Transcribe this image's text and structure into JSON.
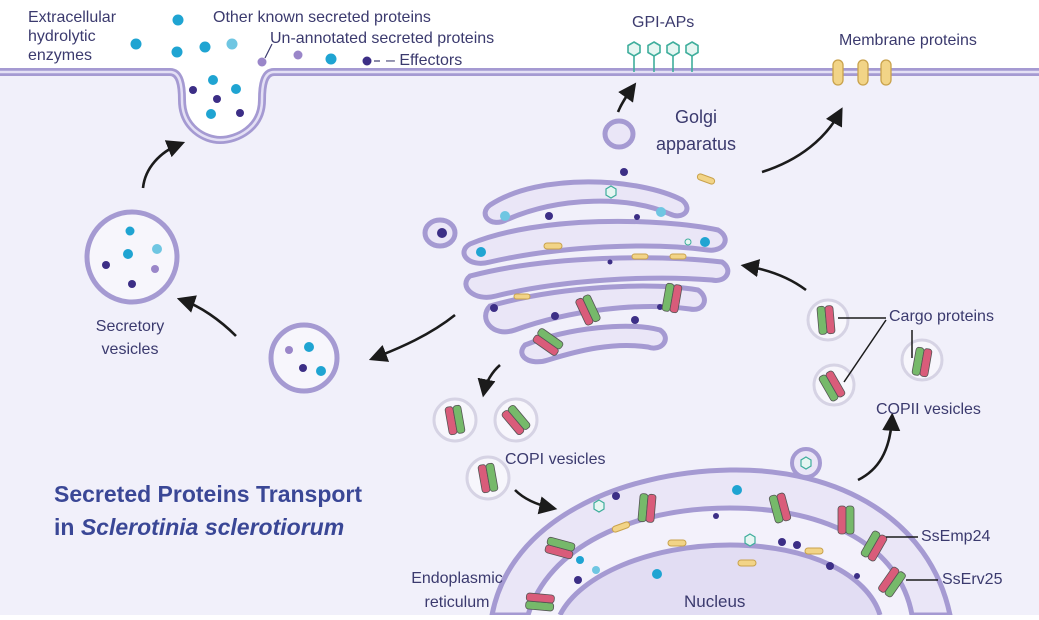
{
  "labels": {
    "extracellular_enzymes": "Extracellular\nhydrolytic\nenzymes",
    "other_known": "Other known secreted proteins",
    "unannotated": "Un-annotated secreted proteins",
    "effectors": "Effectors",
    "gpi_aps": "GPI-APs",
    "membrane_proteins": "Membrane proteins",
    "golgi_line1": "Golgi",
    "golgi_line2": "apparatus",
    "secretory_line1": "Secretory",
    "secretory_line2": "vesicles",
    "cargo_proteins": "Cargo proteins",
    "copii_vesicles": "COPII vesicles",
    "copi_vesicles": "COPI vesicles",
    "ssemp24": "SsEmp24",
    "sserv25": "SsErv25",
    "er_line1": "Endoplasmic",
    "er_line2": "reticulum",
    "nucleus": "Nucleus"
  },
  "title": {
    "line1": "Secreted Proteins Transport",
    "line2_prefix": "in ",
    "line2_species": "Sclerotinia sclerotiorum"
  },
  "colors": {
    "membrane": "#a59ad2",
    "cytoplasm": "#f1f0fa",
    "extracellular_enzyme": "#1fa4d2",
    "other_known_protein": "#6fc6e2",
    "unannotated_protein": "#9a86c9",
    "effector": "#3c2e86",
    "gpi_ap": "#3fae9c",
    "membrane_protein": "#f2d487",
    "cargo_red": "#d95c7a",
    "cargo_green": "#76b96a",
    "title": "#3a4796",
    "label": "#3b3a6e"
  }
}
